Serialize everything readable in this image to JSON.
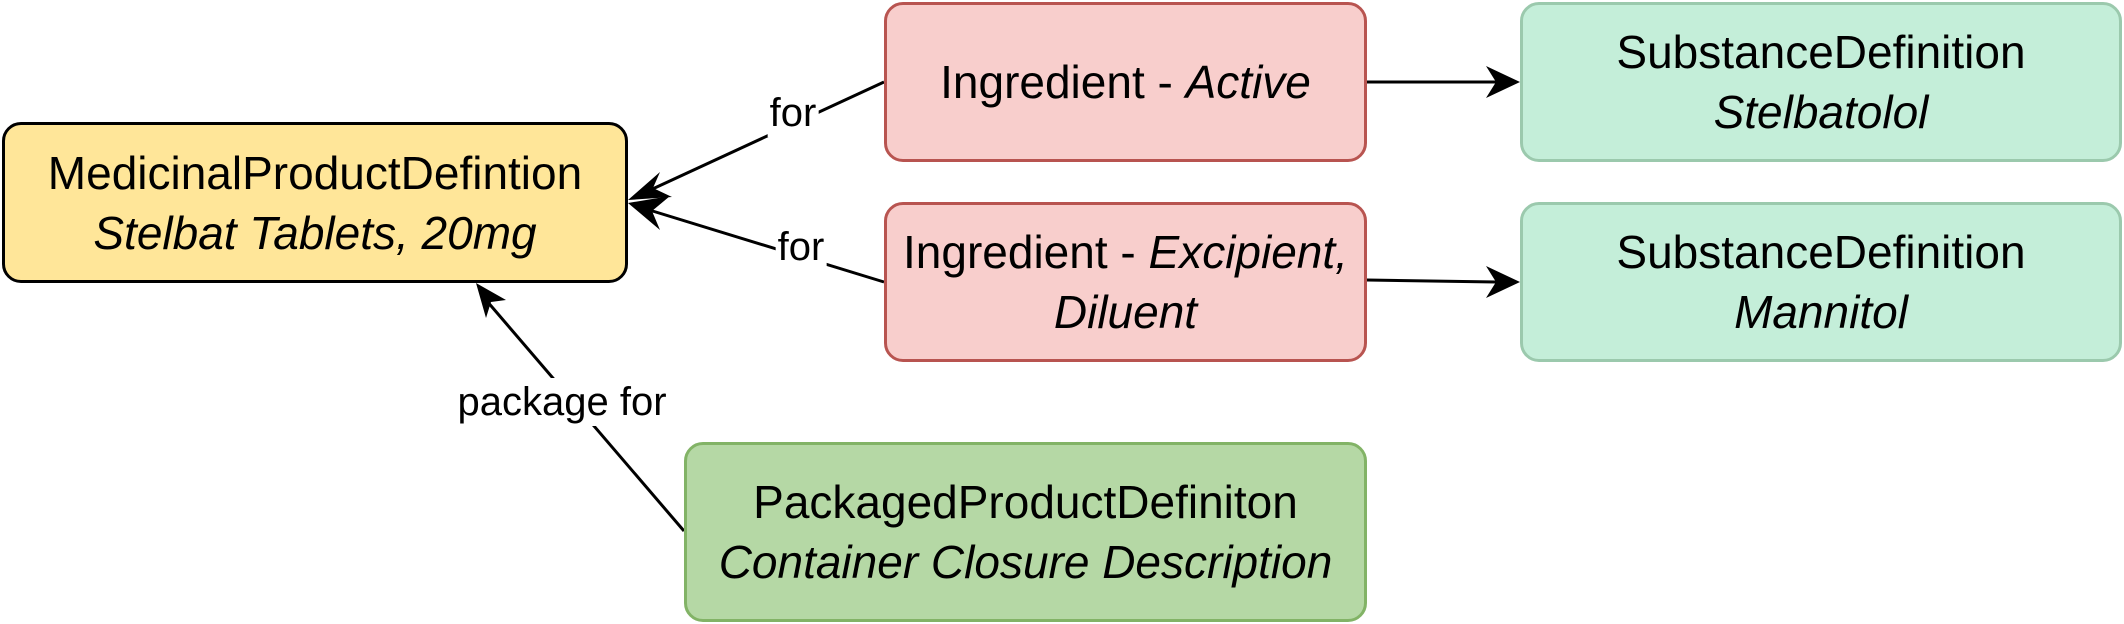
{
  "nodes": {
    "medicinal_product": {
      "type": "MedicinalProductDefintion",
      "name": "Stelbat Tablets, 20mg"
    },
    "ingredient_active": {
      "type": "Ingredient - ",
      "role": "Active"
    },
    "ingredient_excipient": {
      "type": "Ingredient - ",
      "role_line1": "Excipient,",
      "role_line2": "Diluent"
    },
    "substance_stelbatolol": {
      "type": "SubstanceDefinition",
      "name": "Stelbatolol"
    },
    "substance_mannitol": {
      "type": "SubstanceDefinition",
      "name": "Mannitol"
    },
    "packaged_product": {
      "type": "PackagedProductDefiniton",
      "name": "Container Closure Description"
    }
  },
  "edges": [
    {
      "from": "ingredient_active",
      "to": "medicinal_product",
      "label": "for"
    },
    {
      "from": "ingredient_excipient",
      "to": "medicinal_product",
      "label": "for"
    },
    {
      "from": "packaged_product",
      "to": "medicinal_product",
      "label": "package for"
    },
    {
      "from": "ingredient_active",
      "to": "substance_stelbatolol",
      "label": ""
    },
    {
      "from": "ingredient_excipient",
      "to": "substance_mannitol",
      "label": ""
    }
  ]
}
